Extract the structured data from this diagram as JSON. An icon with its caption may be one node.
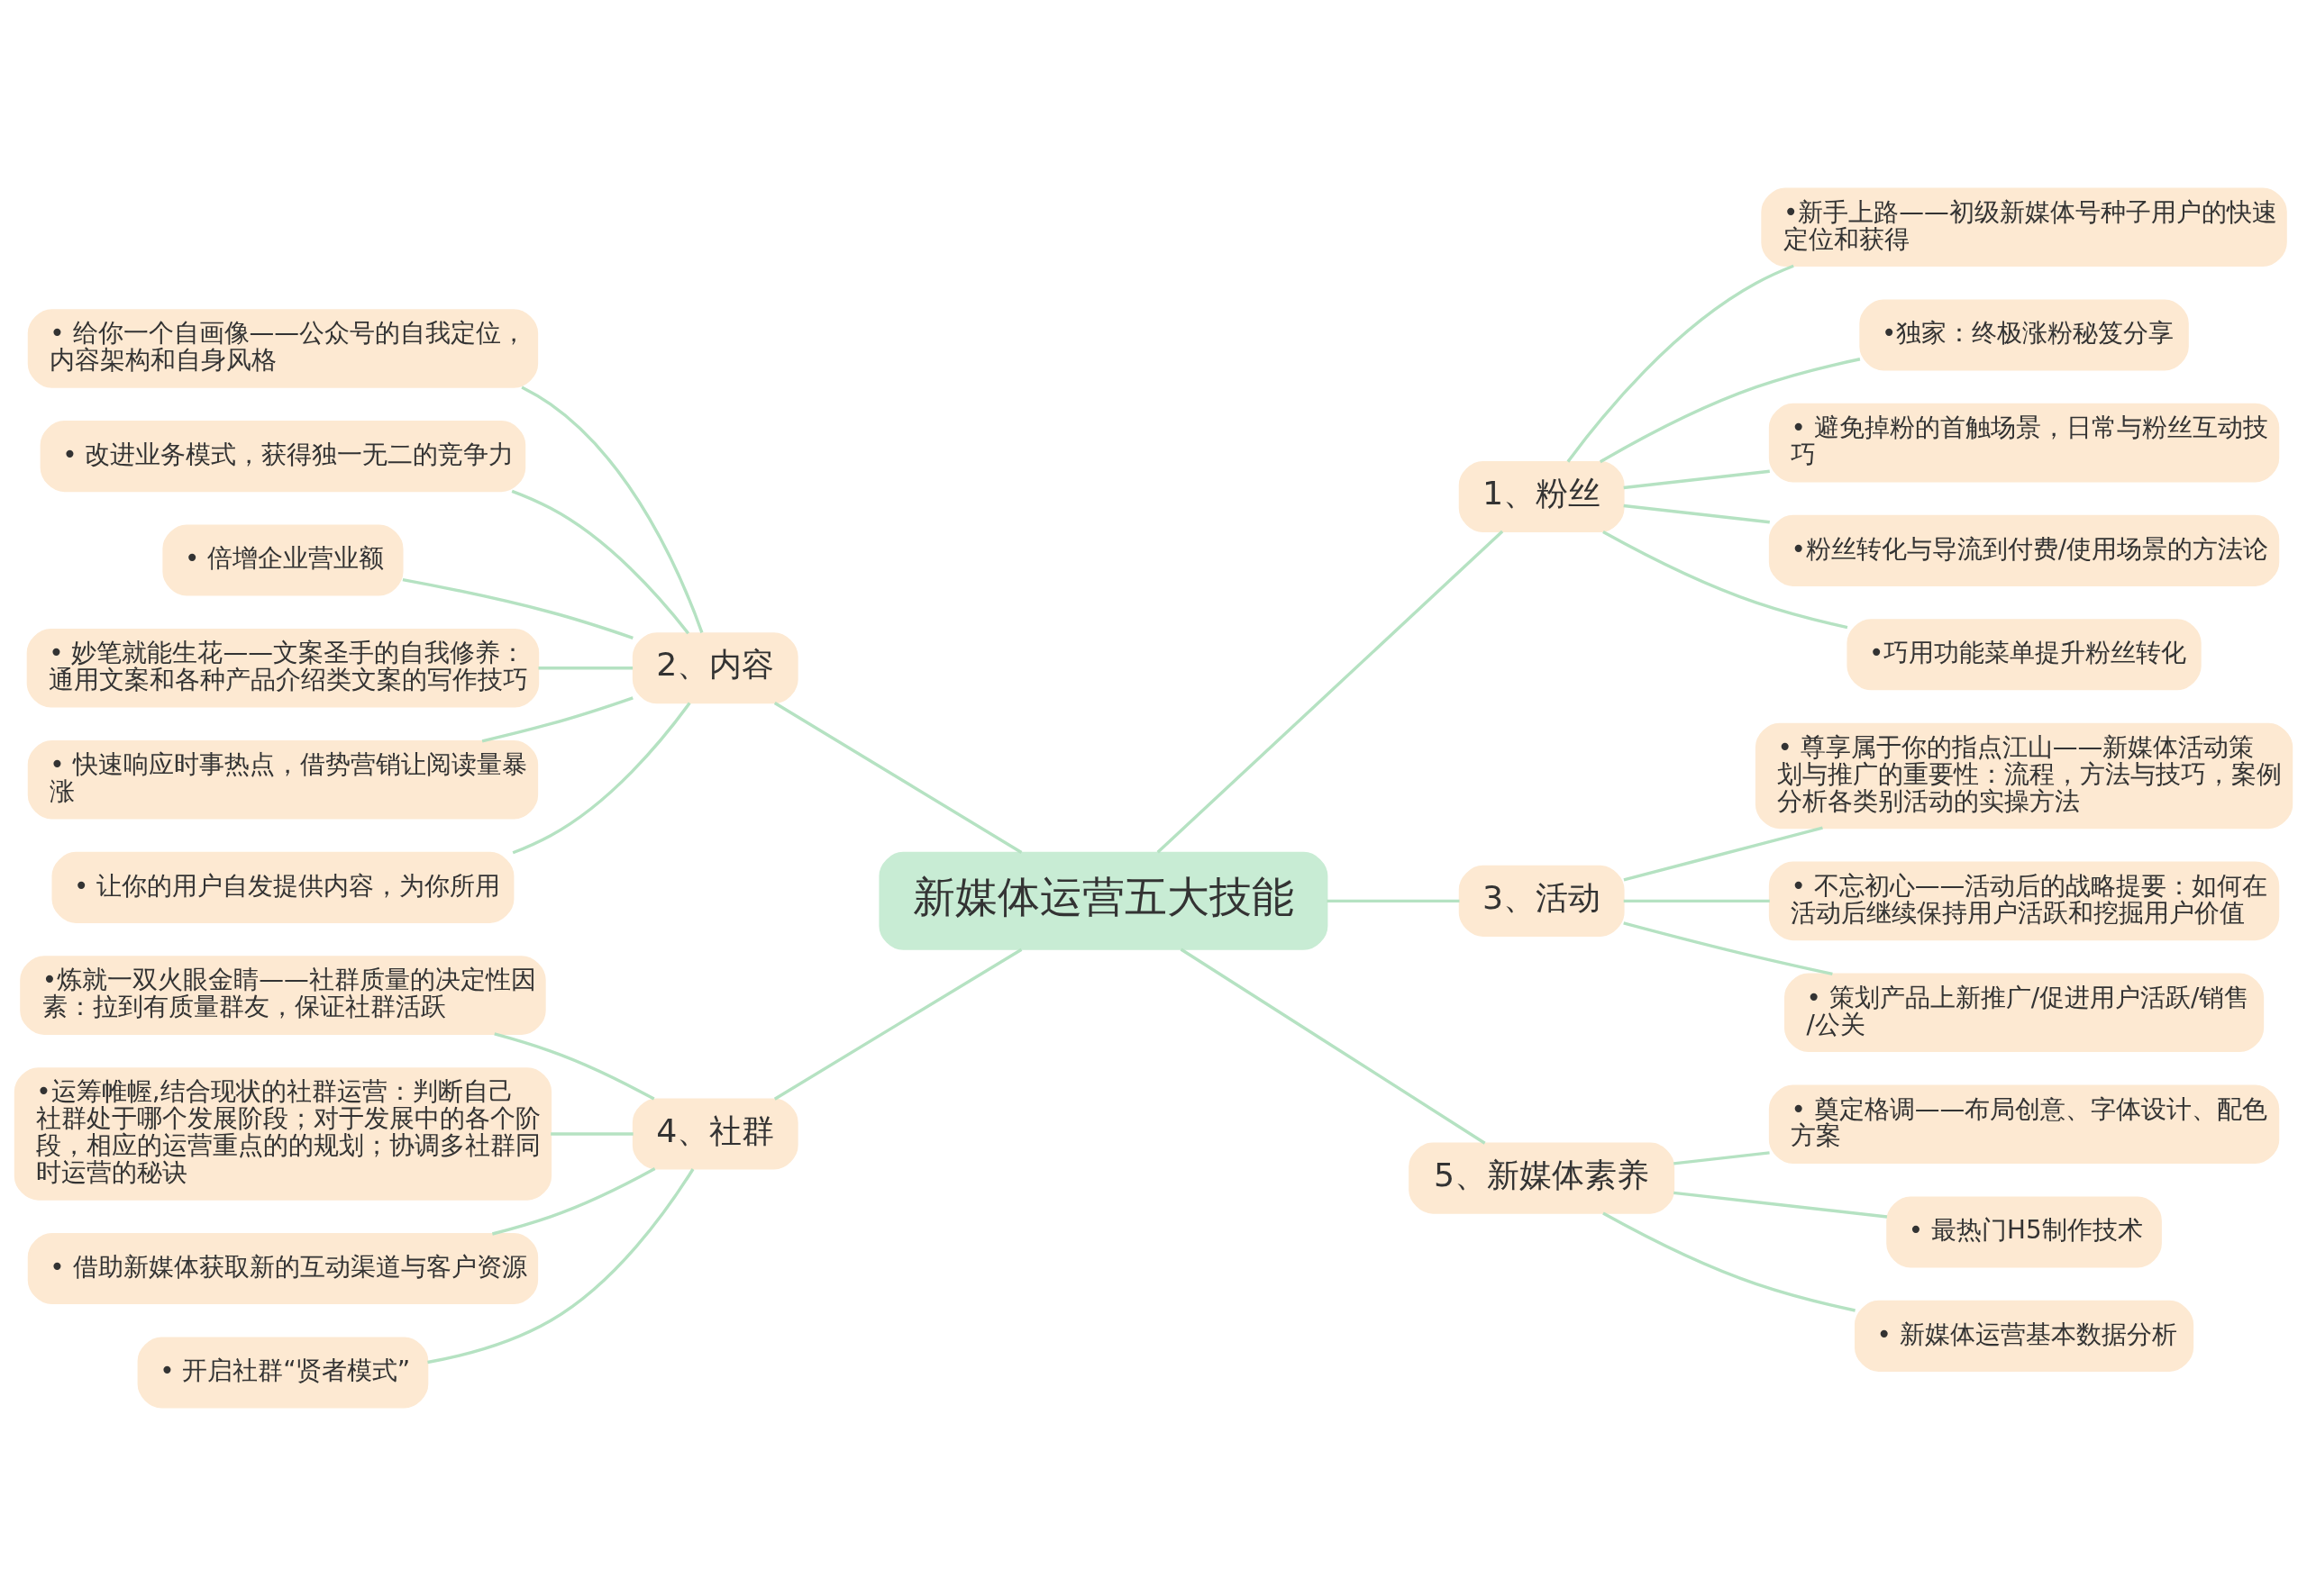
{
  "diagram": {
    "nodes": [
      {
        "text": [
          "新媒体运营五大技能"
        ]
      },
      {
        "text": [
          "1、粉丝"
        ]
      },
      {
        "text": [
          "•新手上路——初级新媒体号种子用户的快速定位和获得"
        ]
      },
      {
        "text": [
          "•独家：终极涨粉秘笈分享"
        ]
      },
      {
        "text": [
          "• 避免掉粉的首触场景，日常与粉丝互动技巧"
        ]
      },
      {
        "text": [
          "•粉丝转化与导流到付费/使用场景的方法论"
        ]
      },
      {
        "text": [
          "•巧用功能菜单提升粉丝转化"
        ]
      },
      {
        "text": [
          "2、内容"
        ]
      },
      {
        "text": [
          "• 给你一个自画像——公众号的自我定位，内容架构和自身风格"
        ]
      },
      {
        "text": [
          "• 改进业务模式，获得独一无二的竞争力"
        ]
      },
      {
        "text": [
          "• 倍增企业营业额"
        ]
      },
      {
        "text": [
          "• 妙笔就能生花——文案圣手的自我修养：通用文案和各种产品介绍类文案的写作技巧"
        ]
      },
      {
        "text": [
          "• 快速响应时事热点，借势营销让阅读量暴涨"
        ]
      },
      {
        "text": [
          "• 让你的用户自发提供内容，为你所用"
        ]
      },
      {
        "text": [
          "3、活动"
        ]
      },
      {
        "text": [
          "• 尊享属于你的指点江山——新媒体活动策划与推广的重要性：流程，方法与技巧，案例分析各类别活动的实操方法"
        ]
      },
      {
        "text": [
          "• 不忘初心——活动后的战略提要：如何在活动后继续保持用户活跃和挖掘用户价值"
        ]
      },
      {
        "text": [
          "• 策划产品上新推广/促进用户活跃/销售/公关"
        ]
      },
      {
        "text": [
          "4、社群"
        ]
      },
      {
        "text": [
          "•炼就一双火眼金睛——社群质量的决定性因素：拉到有质量群友，保证社群活跃"
        ]
      },
      {
        "text": [
          "•运筹帷幄,结合现状的社群运营：判断自己社群处于哪个发展阶段；对于发展中的各个阶段，相应的运营重点的的规划；协调多社群同时运营的秘诀"
        ]
      },
      {
        "text": [
          "• 借助新媒体获取新的互动渠道与客户资源"
        ]
      },
      {
        "text": [
          "• 开启社群“贤者模式”"
        ]
      },
      {
        "text": [
          "5、新媒体素养"
        ]
      },
      {
        "text": [
          "• 奠定格调——布局创意、字体设计、配色方案"
        ]
      },
      {
        "text": [
          "• 最热门H5制作技术"
        ]
      },
      {
        "text": [
          "• 新媒体运营基本数据分析"
        ]
      }
    ],
    "edges": [
      {
        "from": 0,
        "to": 1,
        "arrow": "none"
      },
      {
        "from": 1,
        "to": 2,
        "arrow": "none"
      },
      {
        "from": 1,
        "to": 3,
        "arrow": "none"
      },
      {
        "from": 1,
        "to": 4,
        "arrow": "none"
      },
      {
        "from": 1,
        "to": 5,
        "arrow": "none"
      },
      {
        "from": 1,
        "to": 6,
        "arrow": "none"
      },
      {
        "from": 0,
        "to": 7,
        "arrow": "none"
      },
      {
        "from": 7,
        "to": 8,
        "arrow": "none"
      },
      {
        "from": 7,
        "to": 9,
        "arrow": "none"
      },
      {
        "from": 7,
        "to": 10,
        "arrow": "none"
      },
      {
        "from": 7,
        "to": 11,
        "arrow": "none"
      },
      {
        "from": 7,
        "to": 12,
        "arrow": "none"
      },
      {
        "from": 7,
        "to": 13,
        "arrow": "none"
      },
      {
        "from": 0,
        "to": 14,
        "arrow": "none"
      },
      {
        "from": 14,
        "to": 15,
        "arrow": "none"
      },
      {
        "from": 14,
        "to": 16,
        "arrow": "none"
      },
      {
        "from": 14,
        "to": 17,
        "arrow": "none"
      },
      {
        "from": 0,
        "to": 18,
        "arrow": "none"
      },
      {
        "from": 18,
        "to": 19,
        "arrow": "none"
      },
      {
        "from": 18,
        "to": 20,
        "arrow": "none"
      },
      {
        "from": 18,
        "to": 21,
        "arrow": "none"
      },
      {
        "from": 18,
        "to": 22,
        "arrow": "none"
      },
      {
        "from": 0,
        "to": 23,
        "arrow": "none"
      },
      {
        "from": 23,
        "to": 24,
        "arrow": "none"
      },
      {
        "from": 23,
        "to": 25,
        "arrow": "none"
      },
      {
        "from": 23,
        "to": 26,
        "arrow": "none"
      }
    ]
  }
}
